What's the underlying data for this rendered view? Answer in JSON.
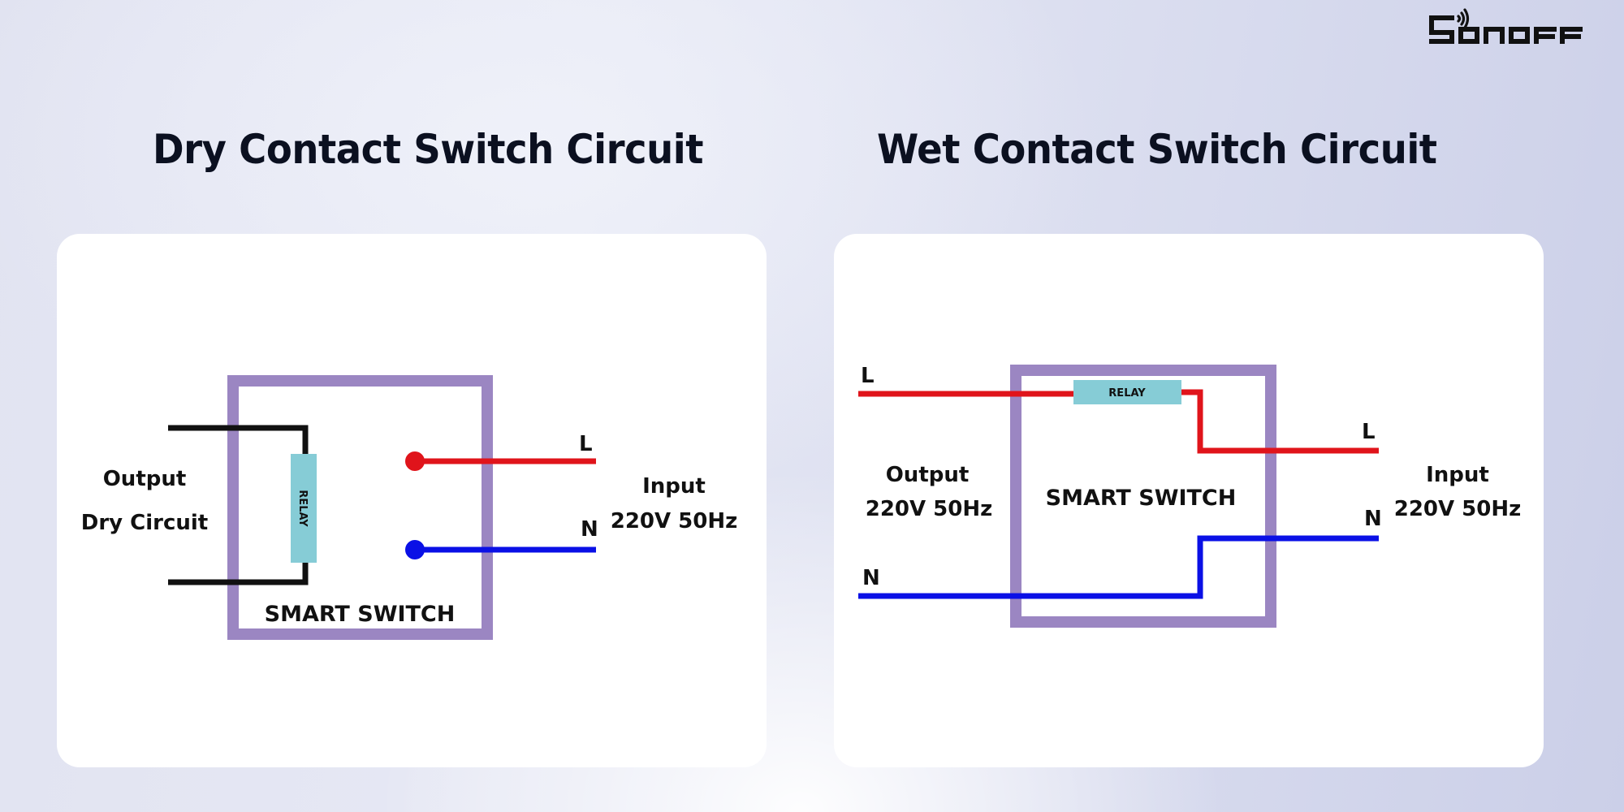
{
  "brand": {
    "logo_text": "SONOFF",
    "logo_icon": "wifi-signal-icon"
  },
  "colors": {
    "title_text": "#0b1020",
    "switch_box": "#9b86c2",
    "relay_fill": "#86ccd6",
    "live_wire": "#e0141b",
    "neutral_wire": "#0a10e6",
    "dry_wire": "#111111",
    "label_text": "#111111"
  },
  "dry": {
    "title": "Dry Contact Switch Circuit",
    "box_label": "SMART SWITCH",
    "relay_label": "RELAY",
    "output_label_1": "Output",
    "output_label_2": "Dry Circuit",
    "input_label_1": "Input",
    "input_label_2": "220V 50Hz",
    "live_label": "L",
    "neutral_label": "N"
  },
  "wet": {
    "title": "Wet Contact Switch Circuit",
    "box_label": "SMART SWITCH",
    "relay_label": "RELAY",
    "output_label_1": "Output",
    "output_label_2": "220V 50Hz",
    "input_label_1": "Input",
    "input_label_2": "220V 50Hz",
    "output_live_label": "L",
    "output_neutral_label": "N",
    "input_live_label": "L",
    "input_neutral_label": "N"
  }
}
